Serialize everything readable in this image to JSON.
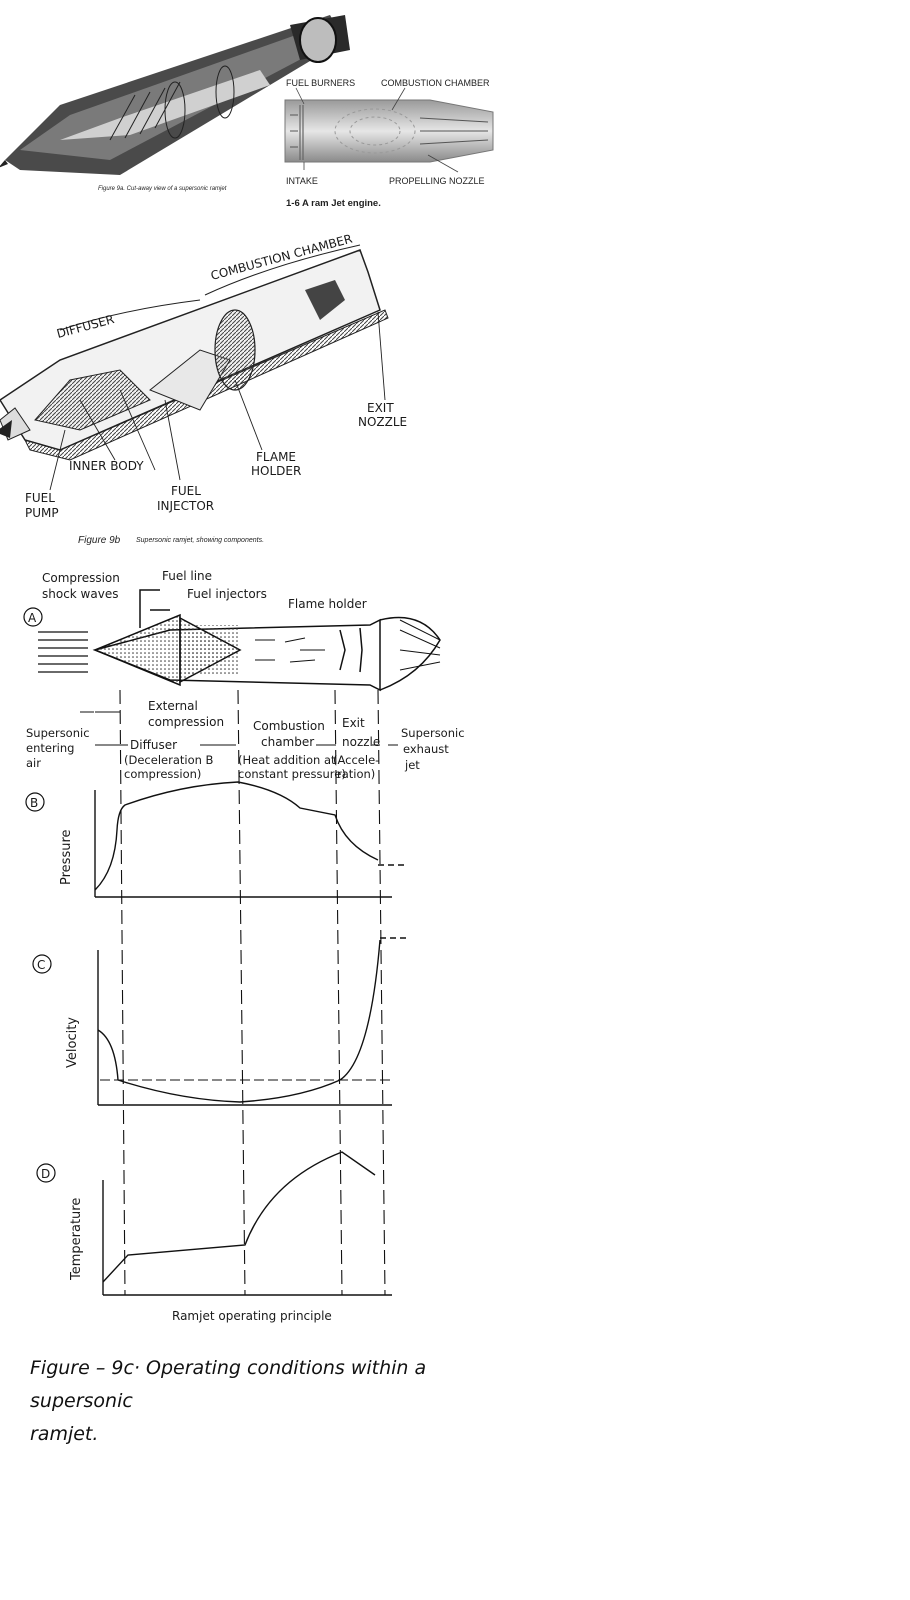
{
  "fig_a": {
    "caption": "Figure 9a. Cut-away view of a supersonic ramjet"
  },
  "fig_ram": {
    "fuel_burners": "FUEL BURNERS",
    "combustion_chamber": "COMBUSTION CHAMBER",
    "intake": "INTAKE",
    "propelling_nozzle": "PROPELLING NOZZLE",
    "caption": "1-6    A ram Jet engine."
  },
  "fig_b": {
    "combustion_chamber": "COMBUSTION CHAMBER",
    "diffuser": "DIFFUSER",
    "exit": "EXIT",
    "nozzle": "NOZZLE",
    "flame": "FLAME",
    "holder": "HOLDER",
    "inner_body": "INNER BODY",
    "fuel1": "FUEL",
    "pump": "PUMP",
    "fuel2": "FUEL",
    "injector": "INJECTOR",
    "caption_num": "Figure 9b",
    "caption_text": "Supersonic ramjet, showing components."
  },
  "fig_c": {
    "panel_a": "A",
    "panel_b": "B",
    "panel_c": "C",
    "panel_d": "D",
    "compression": "Compression",
    "shock_waves": "shock waves",
    "fuel_line": "Fuel line",
    "fuel_injectors": "Fuel injectors",
    "flame_holder": "Flame holder",
    "external": "External",
    "compression2": "compression",
    "combustion": "Combustion",
    "chamber": "chamber",
    "exit": "Exit",
    "nozzle": "nozzle",
    "supersonic_in": "Supersonic",
    "entering": "entering",
    "air": "air",
    "diffuser": "Diffuser",
    "deceleration": "(Deceleration B",
    "compression3": "compression)",
    "heat_addition": "(Heat addition at",
    "constant_pressure": "constant pressure)",
    "accele": "(Accele-",
    "ration": "ration)",
    "supersonic_out": "Supersonic",
    "exhaust": "exhaust",
    "jet": "jet",
    "pressure": "Pressure",
    "velocity": "Velocity",
    "temperature": "Temperature",
    "principle": "Ramjet operating principle",
    "caption_line1": "Figure – 9c· Operating conditions within a supersonic",
    "caption_line2": "ramjet."
  }
}
